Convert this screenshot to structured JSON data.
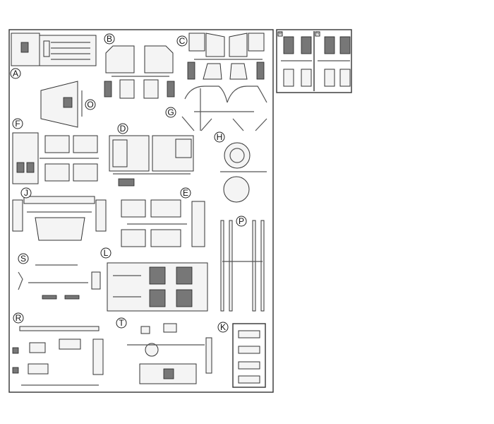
{
  "main_sheet": {
    "groups": [
      {
        "label": "A"
      },
      {
        "label": "B"
      },
      {
        "label": "C"
      },
      {
        "label": "O"
      },
      {
        "label": "G"
      },
      {
        "label": "F"
      },
      {
        "label": "D"
      },
      {
        "label": "H"
      },
      {
        "label": "J"
      },
      {
        "label": "E"
      },
      {
        "label": "P"
      },
      {
        "label": "S"
      },
      {
        "label": "L"
      },
      {
        "label": "R"
      },
      {
        "label": "T"
      },
      {
        "label": "K"
      }
    ]
  },
  "inset_sheet": {
    "groups": [
      {
        "label": "M"
      },
      {
        "label": "N"
      }
    ]
  }
}
